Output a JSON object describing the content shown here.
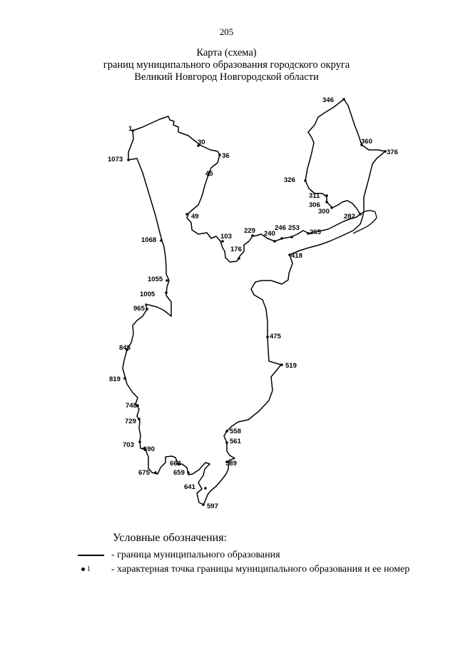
{
  "page": {
    "number": "205"
  },
  "title": {
    "line1": "Карта (схема)",
    "line2": "границ муниципального образования городского округа",
    "line3": "Великий Новгород Новгородской области"
  },
  "points": [
    {
      "id": "1"
    },
    {
      "id": "30"
    },
    {
      "id": "36"
    },
    {
      "id": "45"
    },
    {
      "id": "49"
    },
    {
      "id": "103"
    },
    {
      "id": "176"
    },
    {
      "id": "229"
    },
    {
      "id": "240"
    },
    {
      "id": "246"
    },
    {
      "id": "253"
    },
    {
      "id": "265"
    },
    {
      "id": "282"
    },
    {
      "id": "300"
    },
    {
      "id": "306"
    },
    {
      "id": "311"
    },
    {
      "id": "326"
    },
    {
      "id": "346"
    },
    {
      "id": "360"
    },
    {
      "id": "376"
    },
    {
      "id": "418"
    },
    {
      "id": "475"
    },
    {
      "id": "519"
    },
    {
      "id": "558"
    },
    {
      "id": "561"
    },
    {
      "id": "589"
    },
    {
      "id": "597"
    },
    {
      "id": "641"
    },
    {
      "id": "659"
    },
    {
      "id": "663"
    },
    {
      "id": "675"
    },
    {
      "id": "690"
    },
    {
      "id": "703"
    },
    {
      "id": "729"
    },
    {
      "id": "748"
    },
    {
      "id": "819"
    },
    {
      "id": "845"
    },
    {
      "id": "965"
    },
    {
      "id": "1005"
    },
    {
      "id": "1055"
    },
    {
      "id": "1068"
    },
    {
      "id": "1073"
    }
  ],
  "legend": {
    "title": "Условные обозначения:",
    "line_item": "- граница муниципального образования",
    "point_symbol": "1",
    "point_item": "- характерная точка границы муниципального образования и ее номер"
  },
  "colors": {
    "boundary": "#000000",
    "background": "#ffffff"
  }
}
